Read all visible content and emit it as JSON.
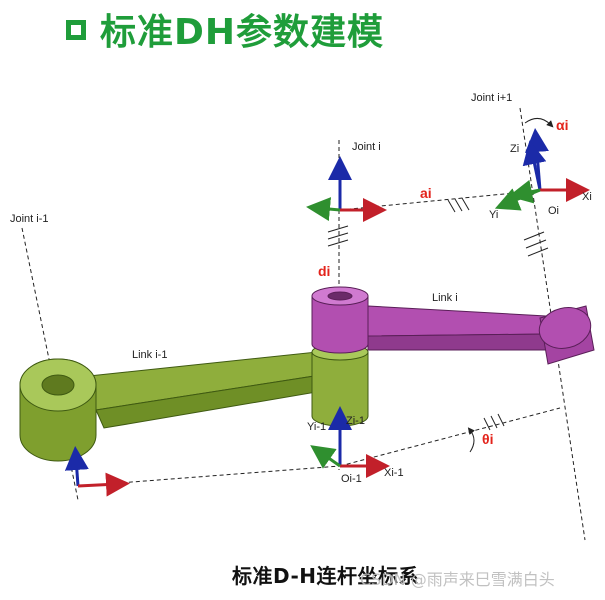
{
  "title": "标准DH参数建模",
  "caption": "标准D-H连杆坐标系",
  "watermark": "CSDN @雨声来巳雪满白头",
  "labels": {
    "joint_prev": "Joint i-1",
    "joint_cur": "Joint i",
    "joint_next": "Joint i+1",
    "link_prev": "Link i-1",
    "link_cur": "Link i",
    "a_i": "ai",
    "d_i": "di",
    "theta_i": "θi",
    "alpha_i": "αi",
    "z_prev": "Zi-1",
    "y_prev": "Yi-1",
    "x_prev": "Xi-1",
    "o_prev": "Oi-1",
    "z_cur": "Zi",
    "y_cur": "Yi",
    "x_cur": "Xi",
    "o_cur": "Oi"
  },
  "colors": {
    "title": "#1f9d3a",
    "link_prev": "#8fae3c",
    "link_cur": "#b24fb0",
    "param": "#e3231b",
    "axis_z": "#1b2aa8",
    "axis_x": "#c2202a",
    "axis_y": "#2f8f2f"
  }
}
